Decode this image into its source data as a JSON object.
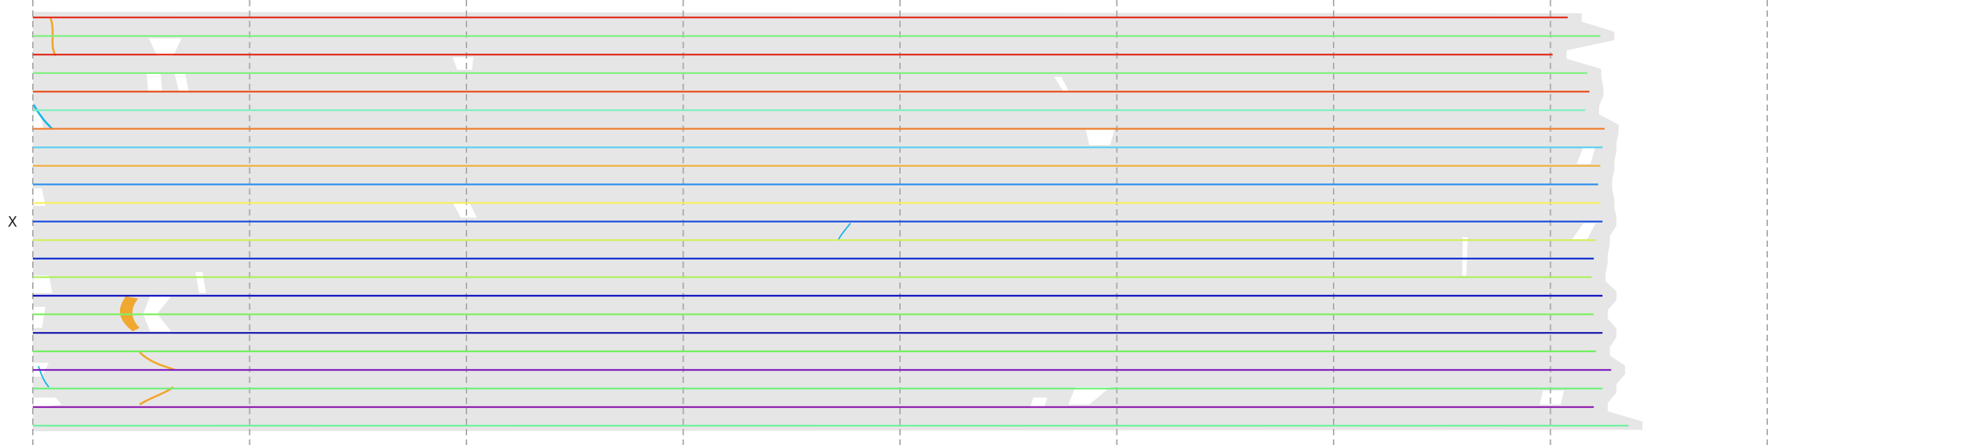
{
  "chart_data": {
    "type": "line",
    "chromosome_label": "X",
    "x_range": [
      0,
      9
    ],
    "x_gridlines": [
      0,
      1,
      2,
      3,
      4,
      5,
      6,
      7,
      8
    ],
    "grid": true,
    "colors": {
      "background_band": "#e6e6e6",
      "gridline": "#aaaaaa",
      "inversion": "#f5a623",
      "translocation": "#1bb6e8",
      "gap": "#ffffff"
    },
    "series": [
      {
        "color": "#e03020",
        "end": 7.08
      },
      {
        "color": "#80f080",
        "end": 7.23
      },
      {
        "color": "#e03020",
        "end": 7.01
      },
      {
        "color": "#80f080",
        "end": 7.17
      },
      {
        "color": "#e85020",
        "end": 7.18
      },
      {
        "color": "#80f0c0",
        "end": 7.16
      },
      {
        "color": "#f08030",
        "end": 7.25
      },
      {
        "color": "#60d0f0",
        "end": 7.24
      },
      {
        "color": "#f0b040",
        "end": 7.23
      },
      {
        "color": "#3090f0",
        "end": 7.22
      },
      {
        "color": "#f8f060",
        "end": 7.23
      },
      {
        "color": "#2050e0",
        "end": 7.24
      },
      {
        "color": "#d0f060",
        "end": 7.21
      },
      {
        "color": "#1030d0",
        "end": 7.2
      },
      {
        "color": "#b0f060",
        "end": 7.19
      },
      {
        "color": "#1010c0",
        "end": 7.24
      },
      {
        "color": "#80f060",
        "end": 7.2
      },
      {
        "color": "#2020b0",
        "end": 7.24
      },
      {
        "color": "#70f060",
        "end": 7.21
      },
      {
        "color": "#8020c0",
        "end": 7.28
      },
      {
        "color": "#70f080",
        "end": 7.24
      },
      {
        "color": "#9020b0",
        "end": 7.2
      },
      {
        "color": "#70f0a0",
        "end": 7.36
      }
    ]
  }
}
